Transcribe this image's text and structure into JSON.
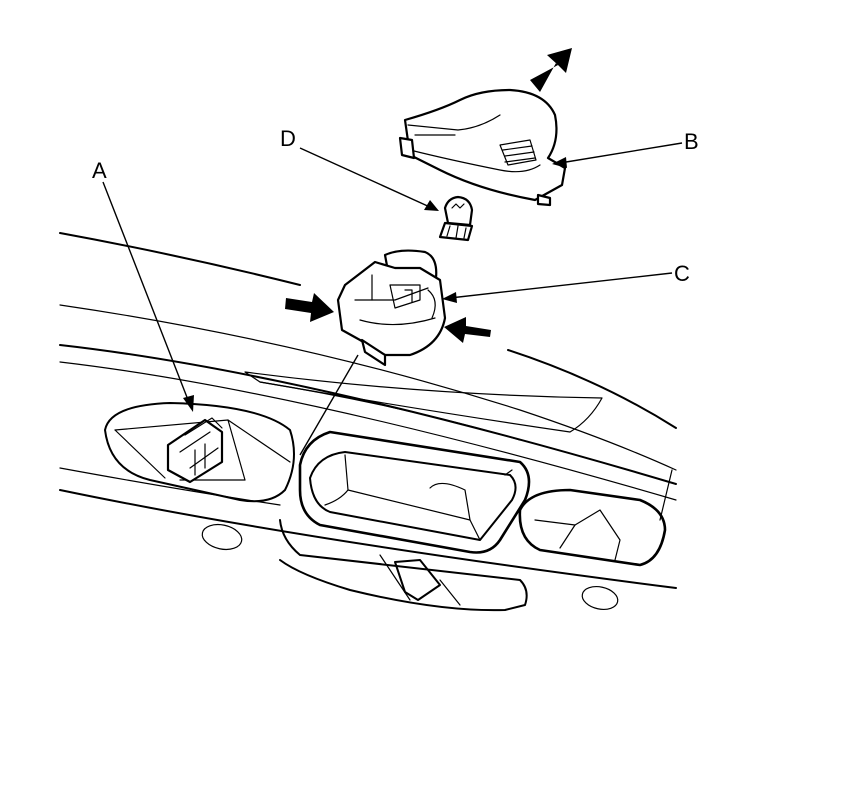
{
  "diagram": {
    "colors": {
      "line": "#000000",
      "background": "#ffffff"
    },
    "callouts": [
      {
        "id": "A",
        "label": "A"
      },
      {
        "id": "B",
        "label": "B"
      },
      {
        "id": "C",
        "label": "C"
      },
      {
        "id": "D",
        "label": "D"
      }
    ],
    "arrows": [
      {
        "name": "lens-removal-arrow",
        "direction": "up-right"
      },
      {
        "name": "squeeze-arrow-left",
        "direction": "right"
      },
      {
        "name": "squeeze-arrow-right",
        "direction": "left"
      }
    ]
  }
}
